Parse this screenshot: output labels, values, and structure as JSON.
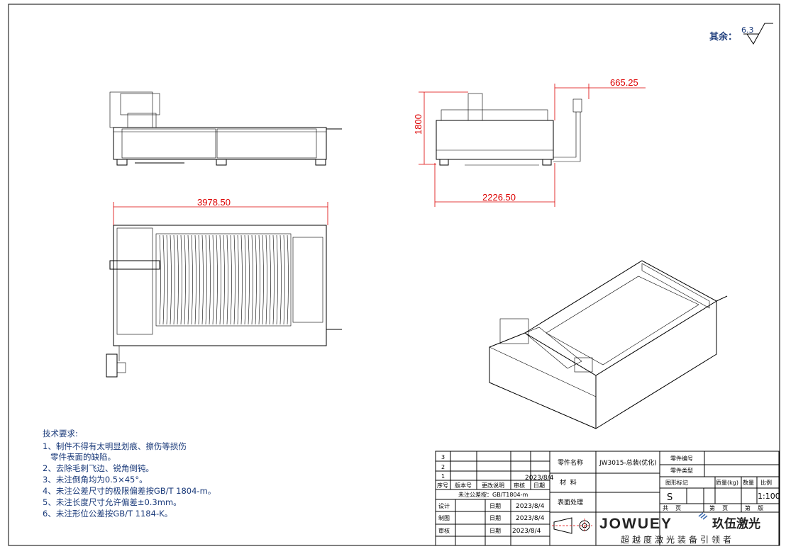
{
  "surface_finish": {
    "label": "其余：",
    "roughness": "6.3"
  },
  "dimensions": {
    "overall_length": "3978.50",
    "overall_width": "2226.50",
    "height": "1800",
    "offset": "665.25"
  },
  "technical_requirements": {
    "title": "技术要求:",
    "items": [
      "1、制件不得有太明显划痕、擦伤等损伤",
      "   零件表面的缺陷。",
      "2、去除毛刺飞边、锐角倒钝。",
      "3、未注倒角均为0.5×45°。",
      "4、未注公差尺寸的极限偏差按GB/T 1804-m。",
      "5、未注长度尺寸允许偏差±0.3mm。",
      "6、未注形位公差按GB/T 1184-K。"
    ]
  },
  "title_block": {
    "revision_rows": [
      "3",
      "2",
      "1"
    ],
    "revision_date": "2023/8/4",
    "revision_headers": [
      "序号",
      "版本号",
      "更改说明",
      "审核",
      "日期"
    ],
    "tolerance_note": "未注公差按：GB/T1804-m",
    "sign_rows": [
      {
        "label": "设计",
        "date_label": "日期",
        "date": "2023/8/4"
      },
      {
        "label": "制图",
        "date_label": "日期",
        "date": "2023/8/4"
      },
      {
        "label": "审核",
        "date_label": "日期",
        "date": "2023/8/4"
      }
    ],
    "part_name_label": "零件名称",
    "part_name": "JW3015-总装(优化)",
    "material_label": "材  料",
    "surface_label": "表面处理",
    "part_number_label": "零件编号",
    "part_type_label": "零件类型",
    "graphic_mark_label": "图形标记",
    "mass_label": "质量(kg)",
    "quantity_label": "数量",
    "scale_label": "比例",
    "graphic_mark": "S",
    "scale": "1:100",
    "total_pages_label": "共    页",
    "page_label": "第    页",
    "version_label": "第    版",
    "company_logo": "JOWUEY",
    "company_name": "玖伍激光",
    "slogan": "超越度激光装备引领者"
  }
}
